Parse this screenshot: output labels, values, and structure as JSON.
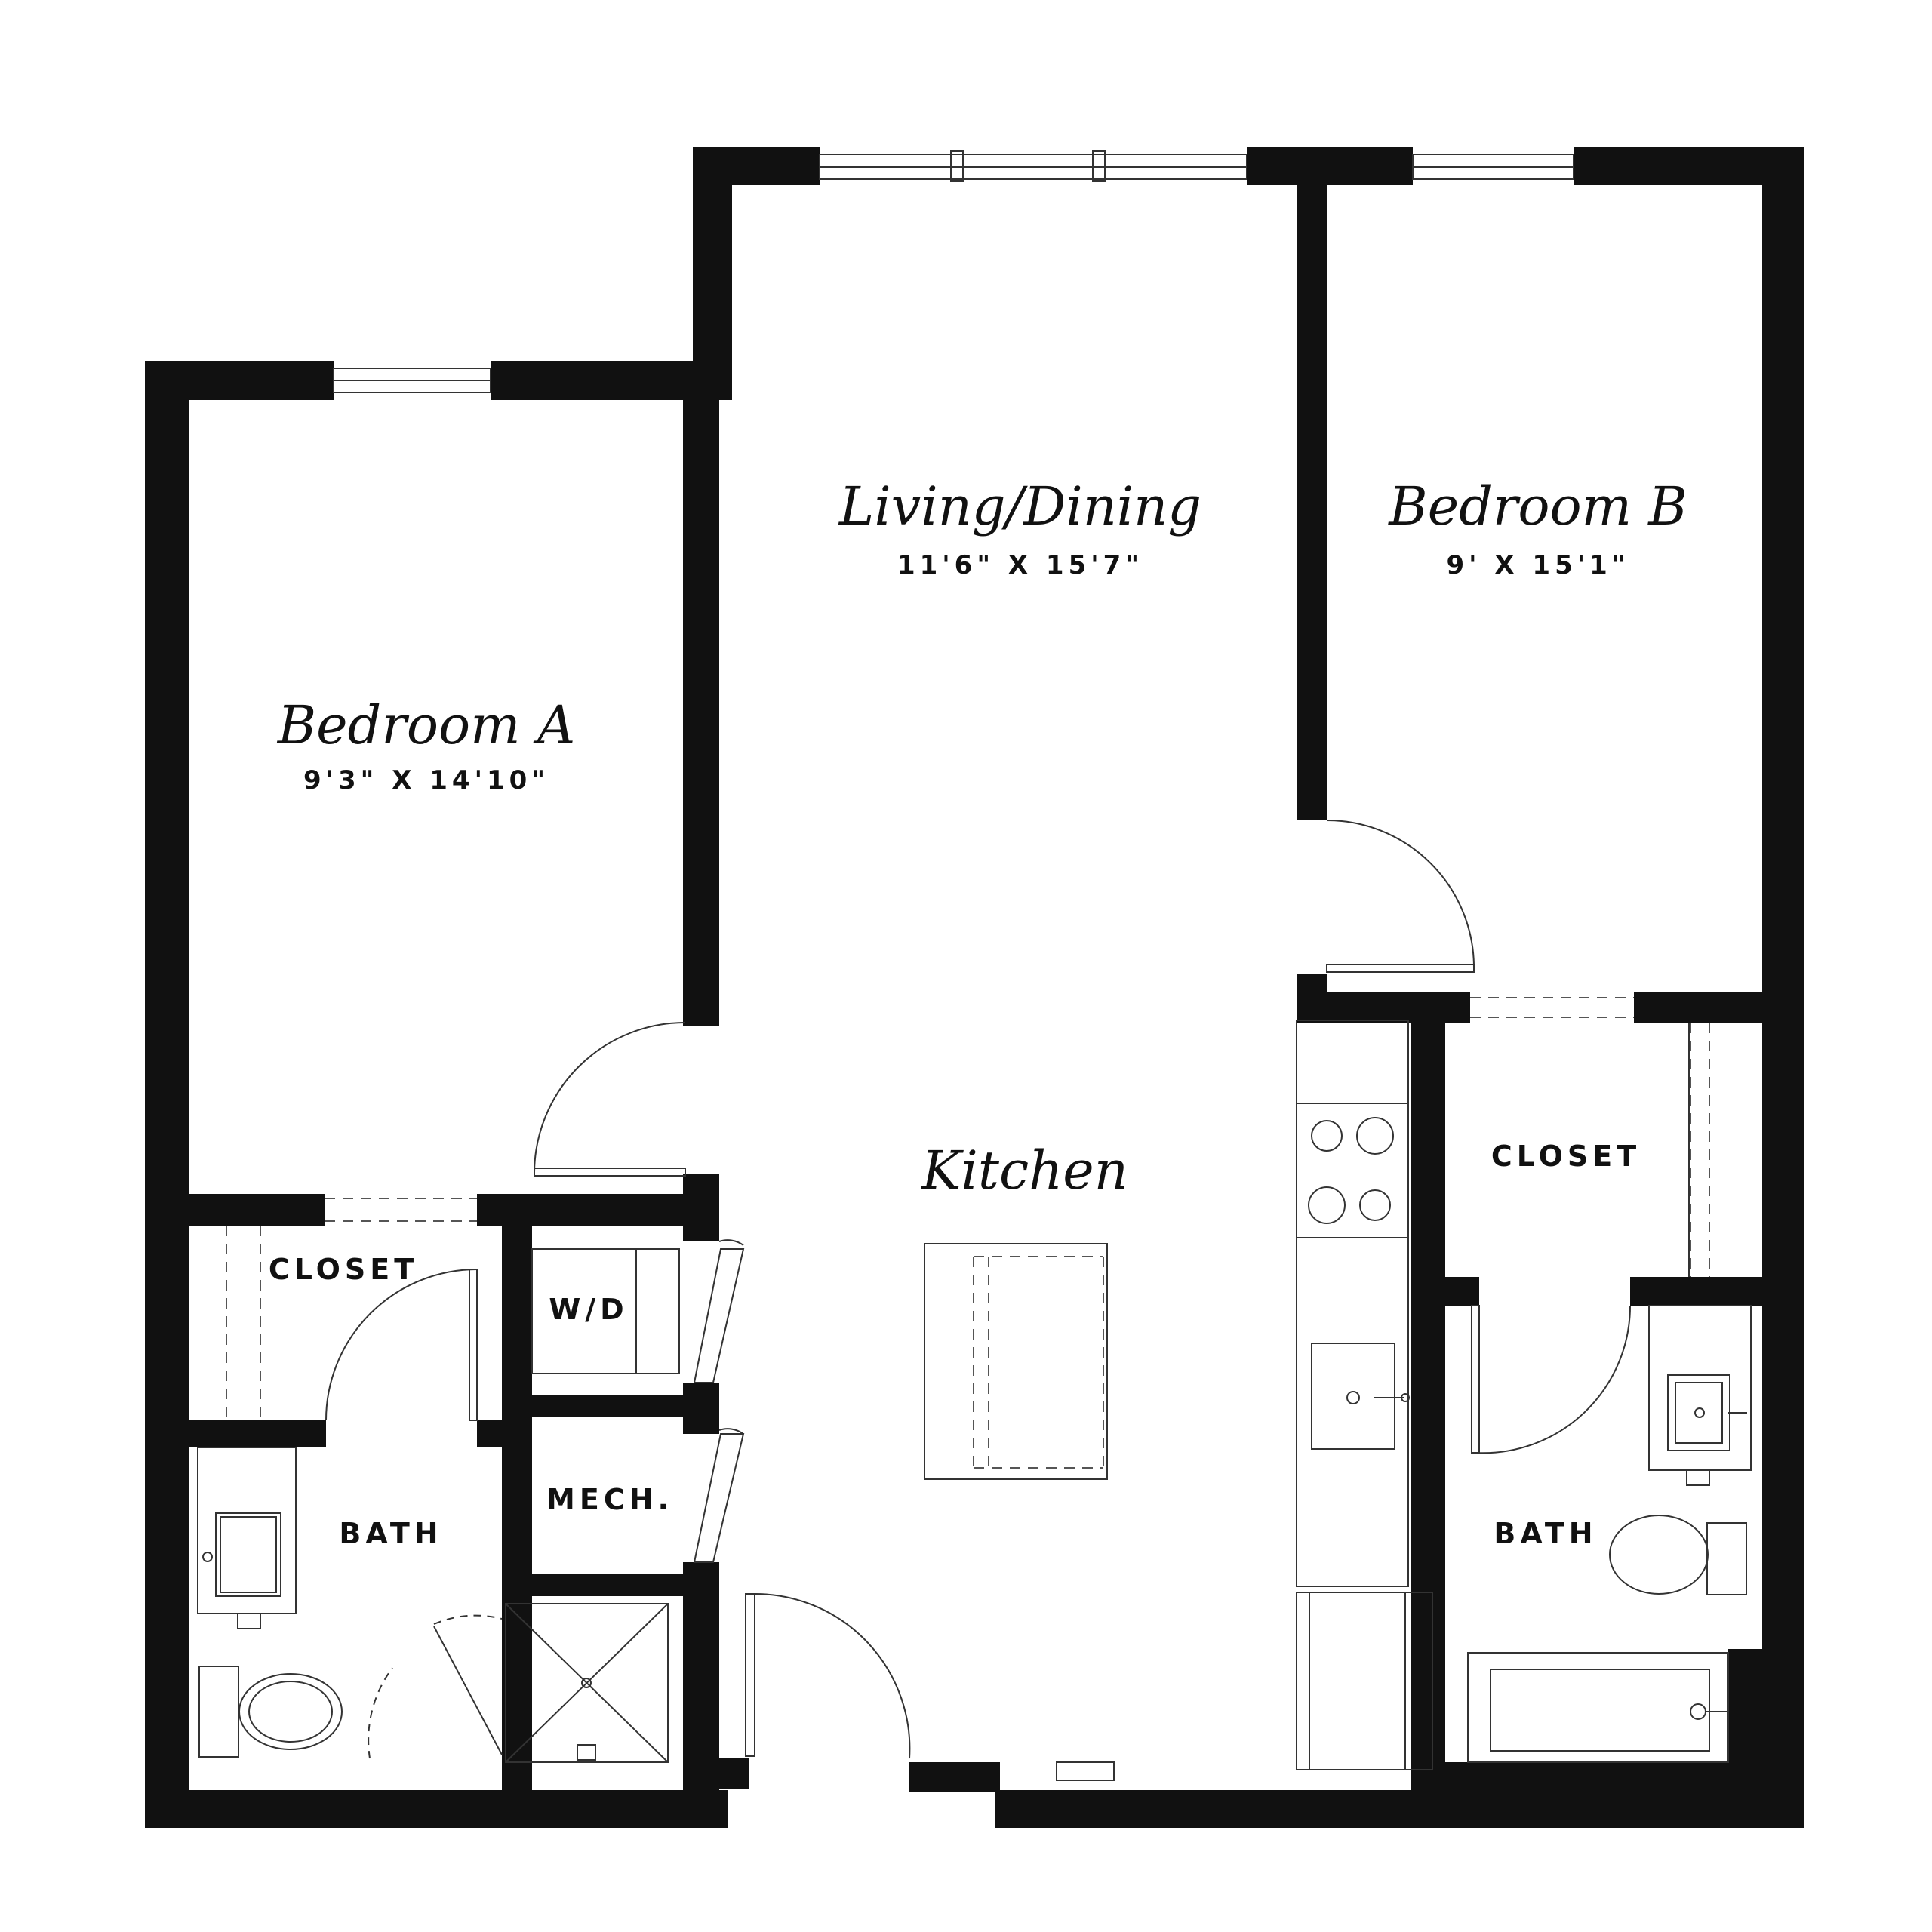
{
  "rooms": {
    "bedroom_a": {
      "name": "Bedroom A",
      "dims": "9'3\" X 14'10\""
    },
    "living": {
      "name": "Living/Dining",
      "dims": "11'6\" X 15'7\""
    },
    "bedroom_b": {
      "name": "Bedroom B",
      "dims": "9' X 15'1\""
    },
    "kitchen": {
      "name": "Kitchen"
    }
  },
  "labels": {
    "closet_a": "CLOSET",
    "closet_b": "CLOSET",
    "wd": "W/D",
    "mech": "MECH.",
    "bath_a": "BATH",
    "bath_b": "BATH"
  }
}
